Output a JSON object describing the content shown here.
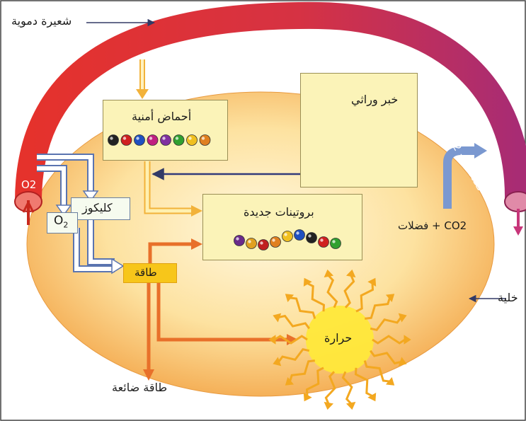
{
  "labels": {
    "capillary": "شعيرة دموية",
    "cell": "خلية",
    "o2_top": "O2",
    "o2_box": "O",
    "o2_box_sub": "2",
    "glucose": "كليكوز",
    "energy": "طاقة",
    "wasted_energy": "طاقة ضائعة",
    "heat": "حرارة",
    "amino_acids": "أحماض أمنية",
    "new_proteins": "بروتينات جديدة",
    "genetic_info": "خبر وراثي",
    "waste_co2_inside": "CO2 + فضلات",
    "waste_co2_capillary": "فضلات + CO2"
  },
  "colors": {
    "capillary_start": "#e0302a",
    "capillary_end": "#b8307a",
    "cell_center": "#fff6d8",
    "cell_edge": "#f0a040",
    "box_fill": "#fbf3b8",
    "energy_fill": "#f7c61a",
    "heat_fill": "#ffe23a",
    "orange_arrow": "#e8702a",
    "blue_arrow": "#6a8cc8",
    "chromosome": "#b83a1e"
  },
  "bead_colors": {
    "amino_acids": [
      "#222222",
      "#d02020",
      "#2050c0",
      "#c02080",
      "#8030a0",
      "#30a030",
      "#f0c020",
      "#e08020"
    ],
    "proteins": [
      "#6a2a8a",
      "#e0a020",
      "#c02020",
      "#e08020",
      "#f0c020",
      "#2050c0",
      "#222222",
      "#d02020",
      "#30a030"
    ]
  },
  "icons": [
    "arrow-icon",
    "chromosome-icon",
    "bead-icon",
    "heat-ray-icon"
  ]
}
